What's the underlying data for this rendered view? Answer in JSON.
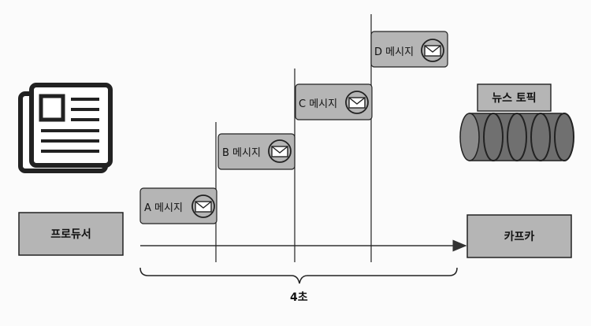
{
  "producer": {
    "label": "프로듀서",
    "icon": "newspaper-icon"
  },
  "kafka": {
    "label": "카프카"
  },
  "topic": {
    "label": "뉴스 토픽",
    "icon": "storage-cylinder-icon"
  },
  "messages": [
    {
      "label": "A 메시지",
      "icon": "envelope-icon"
    },
    {
      "label": "B 메시지",
      "icon": "envelope-icon"
    },
    {
      "label": "C 메시지",
      "icon": "envelope-icon"
    },
    {
      "label": "D 메시지",
      "icon": "envelope-icon"
    }
  ],
  "duration": {
    "label": "4초"
  },
  "colors": {
    "box_fill": "#b5b5b5",
    "stroke": "#222222"
  }
}
